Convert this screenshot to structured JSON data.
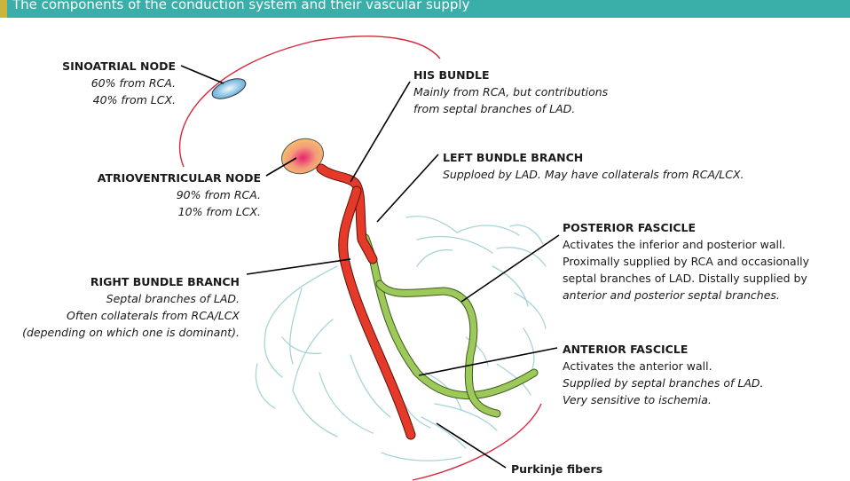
{
  "header": {
    "title": "The components of the conduction system and their vascular supply",
    "color": "#3aaea8",
    "accent": "#c9b53c"
  },
  "labels": {
    "sa_node": {
      "title": "SINOATRIAL NODE",
      "lines": [
        "60% from RCA.",
        "40% from LCX."
      ]
    },
    "av_node": {
      "title": "ATRIOVENTRICULAR NODE",
      "lines": [
        "90% from RCA.",
        "10% from LCX."
      ]
    },
    "rbb": {
      "title": "RIGHT BUNDLE BRANCH",
      "lines": [
        "Septal branches of LAD.",
        "Often collaterals from RCA/LCX",
        "(depending on which one is dominant)."
      ]
    },
    "his": {
      "title": "HIS BUNDLE",
      "lines": [
        "Mainly from RCA, but contributions",
        "from septal branches of LAD."
      ]
    },
    "lbb": {
      "title": "LEFT BUNDLE BRANCH",
      "lines": [
        "Supploed by LAD. May have collaterals from RCA/LCX."
      ]
    },
    "posterior": {
      "title": "POSTERIOR FASCICLE",
      "lines": [
        "Activates the inferior and posterior wall.",
        "Proximally supplied by RCA and occasionally",
        "septal branches of LAD. Distally supplied by",
        "anterior and posterior septal branches."
      ]
    },
    "anterior": {
      "title": "ANTERIOR FASCICLE",
      "lines": [
        "Activates the anterior wall.",
        "Supplied by septal branches of LAD.",
        "Very sensitive to ischemia."
      ]
    },
    "purkinje": {
      "title": "Purkinje fibers"
    }
  },
  "colors": {
    "right_bundle": "#e53a2a",
    "left_fascicles": "#9dc85a",
    "purkinje": "#a8d4d8",
    "heart_outline": "#d8273a",
    "sa_node": "#8cc3e6",
    "av_node": "#f06aa0"
  }
}
